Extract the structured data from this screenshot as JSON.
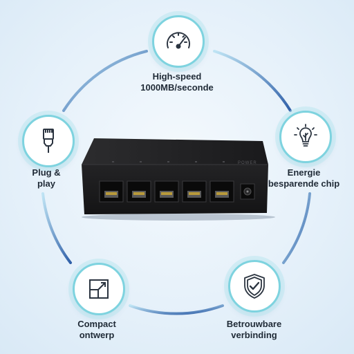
{
  "features": {
    "speed": {
      "line1": "High-speed",
      "line2": "1000MB/seconde",
      "icon": "speedometer-icon"
    },
    "plug": {
      "line1": "Plug &",
      "line2": "play",
      "icon": "ethernet-plug-icon"
    },
    "energy": {
      "line1": "Energie",
      "line2": "besparende chip",
      "icon": "lightbulb-leaf-icon"
    },
    "compact": {
      "line1": "Compact",
      "line2": "ontwerp",
      "icon": "resize-square-icon"
    },
    "reliable": {
      "line1": "Betrouwbare",
      "line2": "verbinding",
      "icon": "shield-check-icon"
    }
  },
  "device": {
    "power_label": "POWER",
    "port_count": 5
  },
  "colors": {
    "ring_start": "#9fd3ee",
    "ring_end": "#2f5fa8",
    "circle_border": "#7ed3df",
    "icon_stroke": "#2b3440",
    "device_body": "#1b1b1d"
  }
}
